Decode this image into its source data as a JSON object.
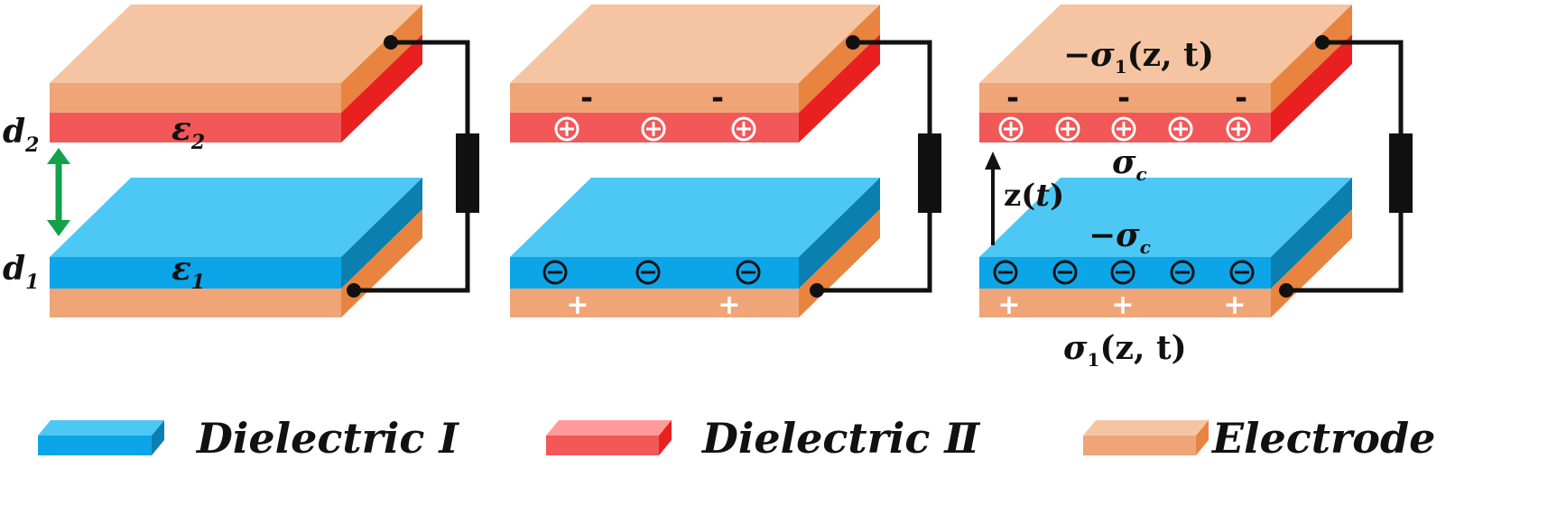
{
  "colors": {
    "electrode_top": "#F5C5A3",
    "electrode_front": "#EFA577",
    "electrode_side": "#E8843F",
    "dielectric1_top": "#4DC8F5",
    "dielectric1_front": "#0BA5E8",
    "dielectric1_side": "#0A7FB0",
    "dielectric2_top": "#FF9A9A",
    "dielectric2_front": "#F25858",
    "dielectric2_side": "#E82020",
    "wire": "#111111",
    "arrow_green": "#13A14A"
  },
  "panel1": {
    "d2": "d",
    "d2_sub": "2",
    "eps2": "ε",
    "eps2_sub": "2",
    "d1": "d",
    "d1_sub": "1",
    "eps1": "ε",
    "eps1_sub": "1"
  },
  "panel3": {
    "top_charge": "−σ",
    "top_charge_sub": "1",
    "top_charge_args": "(z, t)",
    "sigma_c": "σ",
    "sigma_c_sub": "c",
    "neg_sigma_c": "−σ",
    "neg_sigma_c_sub": "c",
    "z_label": "z(",
    "z_t": "t",
    "z_close": ")",
    "bottom_charge": "σ",
    "bottom_charge_sub": "1",
    "bottom_charge_args": "(z, t)"
  },
  "charges": {
    "minus": "-",
    "plus": "+",
    "circled_plus": "⊕",
    "circled_minus": "⊖"
  },
  "legend": [
    {
      "label": "Dielectric  Ⅰ"
    },
    {
      "label": "Dielectric  Ⅱ"
    },
    {
      "label": "Electrode"
    }
  ]
}
